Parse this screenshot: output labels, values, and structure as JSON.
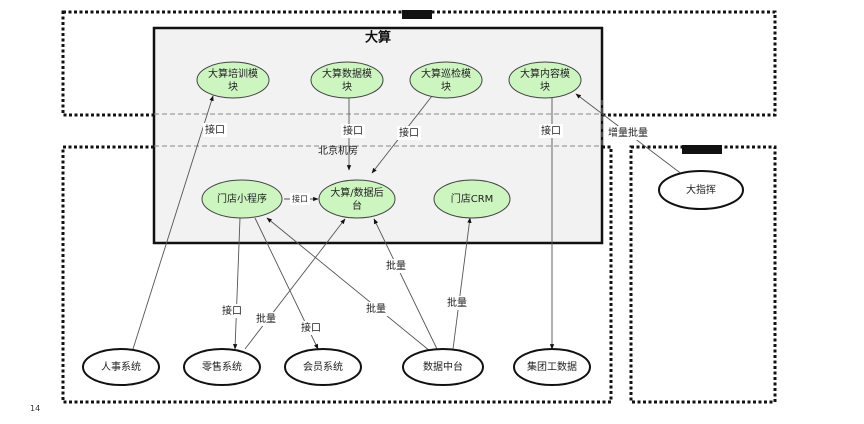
{
  "diagram": {
    "cloud_title": "大算",
    "zone_label": "北京机房",
    "page_number": "14",
    "colors": {
      "cloud_fill": "#f2f2f2",
      "module_fill": "#ccf5c0",
      "external_fill": "#ffffff"
    },
    "cloud_modules": [
      {
        "id": "training",
        "label_line1": "大算培训模",
        "label_line2": "块"
      },
      {
        "id": "data",
        "label_line1": "大算数据模",
        "label_line2": "块"
      },
      {
        "id": "patrol",
        "label_line1": "大算巡检模",
        "label_line2": "块"
      },
      {
        "id": "content",
        "label_line1": "大算内容模",
        "label_line2": "块"
      }
    ],
    "local_modules": [
      {
        "id": "miniapp",
        "label": "门店小程序"
      },
      {
        "id": "backend",
        "label_line1": "大算/数据后",
        "label_line2": "台"
      },
      {
        "id": "crm",
        "label": "门店CRM"
      }
    ],
    "external_systems": [
      {
        "id": "hr",
        "label": "人事系统"
      },
      {
        "id": "retail",
        "label": "零售系统"
      },
      {
        "id": "member",
        "label": "会员系统"
      },
      {
        "id": "datacenter",
        "label": "数据中台"
      },
      {
        "id": "group",
        "label": "集团工数据"
      },
      {
        "id": "bigcmd",
        "label": "大指挥"
      }
    ],
    "edge_labels": {
      "hr_to_training": "接口",
      "data_to_backend": "接口",
      "patrol_to_backend": "接口",
      "content_to_group": "接口",
      "bigcmd_to_content": "增量批量",
      "miniapp_to_backend": "接口",
      "miniapp_to_retail": "接口",
      "retail_to_backend": "批量",
      "miniapp_to_member": "接口",
      "datacenter_to_miniapp": "批量",
      "datacenter_to_backend": "批量",
      "datacenter_to_crm": "批量"
    }
  }
}
